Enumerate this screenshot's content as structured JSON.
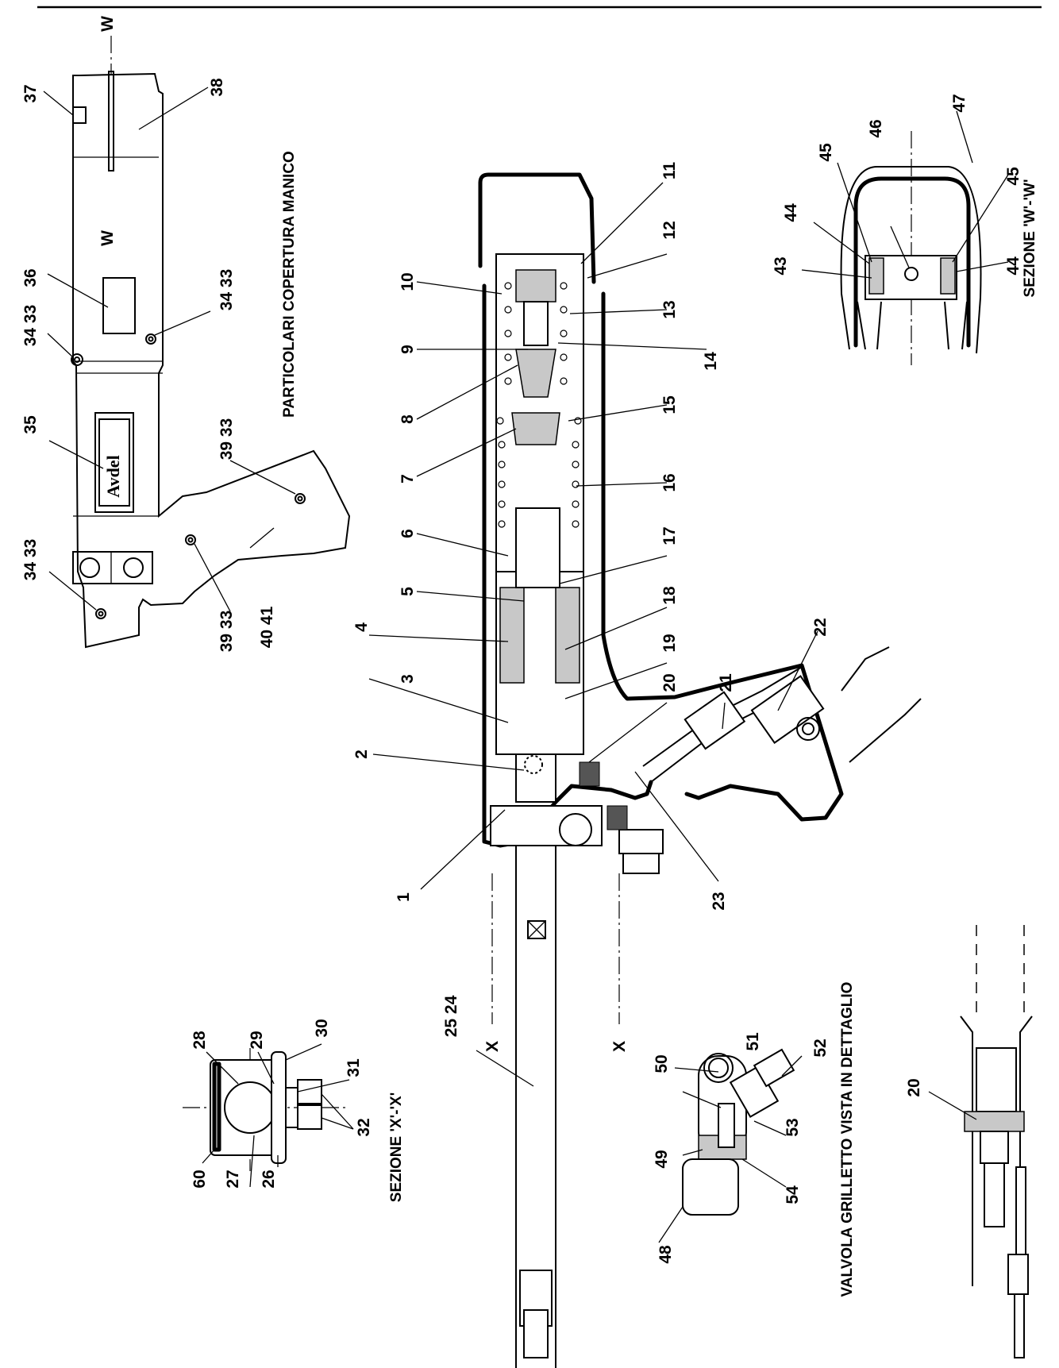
{
  "captions": {
    "handle_cover": "PARTICOLARI COPERTURA MANICO",
    "section_w": "SEZIONE 'W'-'W'",
    "section_x": "SEZIONE 'X'-'X'",
    "trigger_valve": "VALVOLA GRILLETTO VISTA IN DETTAGLIO"
  },
  "section_markers": {
    "w": "W",
    "x": "X"
  },
  "brand": "Avdel",
  "labels": {
    "p1": "1",
    "p2": "2",
    "p3": "3",
    "p4": "4",
    "p5": "5",
    "p6": "6",
    "p7": "7",
    "p8": "8",
    "p9": "9",
    "p10": "10",
    "p11": "11",
    "p12": "12",
    "p13": "13",
    "p14": "14",
    "p15": "15",
    "p16": "16",
    "p17": "17",
    "p18": "18",
    "p19": "19",
    "p20": "20",
    "p20b": "20",
    "p21": "21",
    "p22": "22",
    "p23": "23",
    "p24_25": "25 24",
    "p26": "26",
    "p27": "27",
    "p28": "28",
    "p29": "29",
    "p30": "30",
    "p31": "31",
    "p32": "32",
    "p33_34_top": "34 33",
    "p34_33_mid": "34 33",
    "p34_33_bot": "34 33",
    "p35": "35",
    "p36": "36",
    "p37": "37",
    "p38": "38",
    "p39_33_a": "39 33",
    "p39_33_b": "39 33",
    "p40_41": "40 41",
    "p43": "43",
    "p44a": "44",
    "p44b": "44",
    "p45a": "45",
    "p45b": "45",
    "p46": "46",
    "p47": "47",
    "p48": "48",
    "p49": "49",
    "p50": "50",
    "p51": "51",
    "p52": "52",
    "p53": "53",
    "p54": "54",
    "p60": "60"
  }
}
